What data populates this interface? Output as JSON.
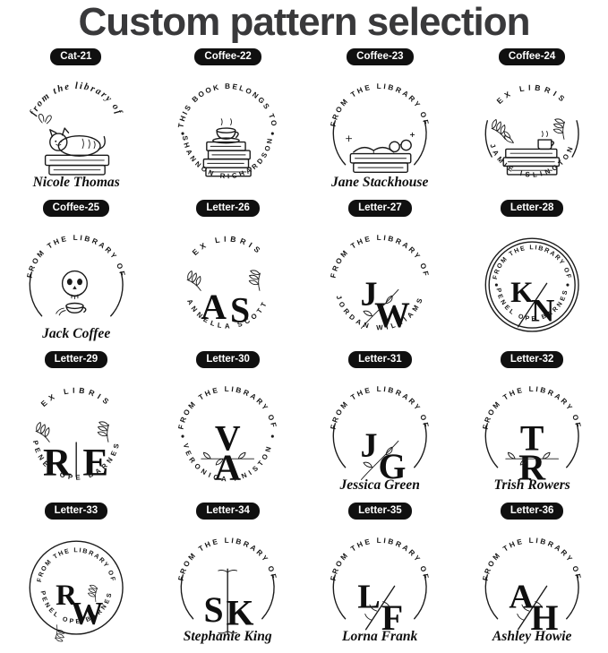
{
  "title": "Custom pattern selection",
  "colors": {
    "ink": "#1a1a1a",
    "badge_bg": "#101010",
    "badge_text": "#ffffff",
    "title": "#39393b"
  },
  "stamps": [
    {
      "badge": "Cat-21",
      "top_text": "from the library of",
      "top_style": "script",
      "center": {
        "type": "illustration",
        "name": "cat-on-books"
      },
      "bottom_text": "Nicole Thomas",
      "bottom_style": "script",
      "ring": "none",
      "decor": ""
    },
    {
      "badge": "Coffee-22",
      "top_text": "THIS BOOK BELONGS TO",
      "top_style": "caps",
      "center": {
        "type": "illustration",
        "name": "teacup-on-books"
      },
      "bottom_text": "SHANNON RICHARDSON",
      "bottom_style": "arc-caps",
      "ring": "none",
      "decor": "dots"
    },
    {
      "badge": "Coffee-23",
      "top_text": "FROM THE LIBRARY OF",
      "top_style": "caps",
      "center": {
        "type": "illustration",
        "name": "books-and-glasses"
      },
      "bottom_text": "Jane Stackhouse",
      "bottom_style": "script",
      "ring": "partial",
      "decor": ""
    },
    {
      "badge": "Coffee-24",
      "top_text": "EX LIBRIS",
      "top_style": "caps",
      "center": {
        "type": "illustration",
        "name": "books-and-coffee"
      },
      "bottom_text": "JAMIE ISLINGTON",
      "bottom_style": "arc-caps",
      "ring": "partial",
      "decor": "floral-sprigs"
    },
    {
      "badge": "Coffee-25",
      "top_text": "FROM THE LIBRARY OF",
      "top_style": "caps",
      "center": {
        "type": "illustration",
        "name": "skeleton-coffee"
      },
      "bottom_text": "Jack Coffee",
      "bottom_style": "script",
      "ring": "partial",
      "decor": ""
    },
    {
      "badge": "Letter-26",
      "top_text": "EX LIBRIS",
      "top_style": "caps",
      "center": {
        "type": "monogram",
        "letters": "AS",
        "layout": "side",
        "divider": "none"
      },
      "bottom_text": "ANNELLA SCOTT",
      "bottom_style": "arc-caps",
      "ring": "none",
      "decor": "floral-sprigs"
    },
    {
      "badge": "Letter-27",
      "top_text": "FROM THE LIBRARY OF",
      "top_style": "caps",
      "center": {
        "type": "monogram",
        "letters": "JW",
        "layout": "diagonal",
        "divider": "none"
      },
      "bottom_text": "JORDAN WILLIAMS",
      "bottom_style": "arc-caps",
      "ring": "none",
      "decor": "vine"
    },
    {
      "badge": "Letter-28",
      "top_text": "FROM THE LIBRARY OF",
      "top_style": "caps",
      "center": {
        "type": "monogram",
        "letters": "KN",
        "layout": "diagonal",
        "divider": "slash"
      },
      "bottom_text": "PENEL OPE BARNES",
      "bottom_style": "arc-caps",
      "ring": "double",
      "decor": "dots"
    },
    {
      "badge": "Letter-29",
      "top_text": "EX LIBRIS",
      "top_style": "caps",
      "center": {
        "type": "monogram",
        "letters": "RE",
        "layout": "side-wide",
        "divider": "vbar"
      },
      "bottom_text": "PENEL OPE BARNES",
      "bottom_style": "arc-caps",
      "ring": "none",
      "decor": "floral-sprigs"
    },
    {
      "badge": "Letter-30",
      "top_text": "FROM THE LIBRARY OF",
      "top_style": "caps",
      "center": {
        "type": "monogram",
        "letters": "VA",
        "layout": "stacked",
        "divider": "none"
      },
      "bottom_text": "VERONICA ANISTON",
      "bottom_style": "arc-caps",
      "ring": "none",
      "decor": "branch dots"
    },
    {
      "badge": "Letter-31",
      "top_text": "FROM THE LIBRARY OF",
      "top_style": "caps",
      "center": {
        "type": "monogram",
        "letters": "JG",
        "layout": "diagonal",
        "divider": "none"
      },
      "bottom_text": "Jessica Green",
      "bottom_style": "script",
      "ring": "partial",
      "decor": "vine"
    },
    {
      "badge": "Letter-32",
      "top_text": "FROM THE LIBRARY OF",
      "top_style": "caps",
      "center": {
        "type": "monogram",
        "letters": "TR",
        "layout": "stacked",
        "divider": "none"
      },
      "bottom_text": "Trish Rowers",
      "bottom_style": "script",
      "ring": "partial",
      "decor": "branch"
    },
    {
      "badge": "Letter-33",
      "top_text": "FROM THE LIBRARY OF",
      "top_style": "caps",
      "center": {
        "type": "monogram",
        "letters": "RW",
        "layout": "diagonal",
        "divider": "none"
      },
      "bottom_text": "PENEL OPE BARNES",
      "bottom_style": "arc-caps",
      "ring": "full",
      "decor": "inner-sprigs"
    },
    {
      "badge": "Letter-34",
      "top_text": "FROM THE LIBRARY OF",
      "top_style": "caps",
      "center": {
        "type": "monogram",
        "letters": "SK",
        "layout": "side",
        "divider": "vbar-tall"
      },
      "bottom_text": "Stephanie King",
      "bottom_style": "script",
      "ring": "partial",
      "decor": ""
    },
    {
      "badge": "Letter-35",
      "top_text": "FROM THE LIBRARY OF",
      "top_style": "caps",
      "center": {
        "type": "monogram",
        "letters": "LF",
        "layout": "diagonal",
        "divider": "slash"
      },
      "bottom_text": "Lorna Frank",
      "bottom_style": "script",
      "ring": "partial",
      "decor": "leafy"
    },
    {
      "badge": "Letter-36",
      "top_text": "FROM THE LIBRARY OF",
      "top_style": "caps",
      "center": {
        "type": "monogram",
        "letters": "AH",
        "layout": "diagonal",
        "divider": "slash"
      },
      "bottom_text": "Ashley Howie",
      "bottom_style": "script",
      "ring": "partial",
      "decor": "leafy"
    }
  ]
}
